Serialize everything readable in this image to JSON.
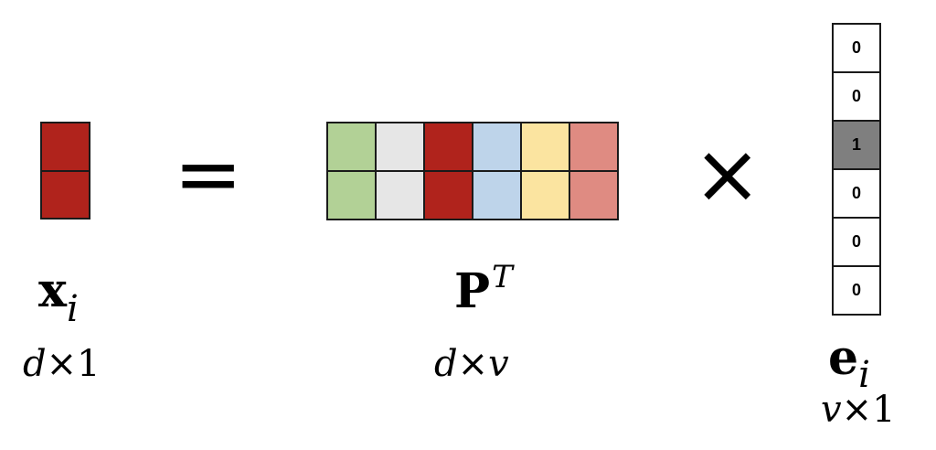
{
  "x_vector": {
    "label_main": "x",
    "label_sub": "i",
    "dims": {
      "left": "d",
      "times": "×",
      "right": "1"
    },
    "cells": [
      "#b0231c",
      "#b0231c"
    ]
  },
  "equals": "=",
  "P_matrix": {
    "label_main": "P",
    "label_sup": "T",
    "dims": {
      "left": "d",
      "times": "×",
      "right": "v"
    },
    "column_colors": [
      "#b2d196",
      "#e6e6e6",
      "#b0231c",
      "#bed4ea",
      "#fbe4a0",
      "#df8b82"
    ],
    "rows": 2
  },
  "times": "×",
  "e_vector": {
    "label_main": "e",
    "label_sub": "i",
    "dims": {
      "left": "v",
      "times": "×",
      "right": "1"
    },
    "values": [
      "0",
      "0",
      "1",
      "0",
      "0",
      "0"
    ],
    "highlight_color": "#7f7f7f"
  }
}
